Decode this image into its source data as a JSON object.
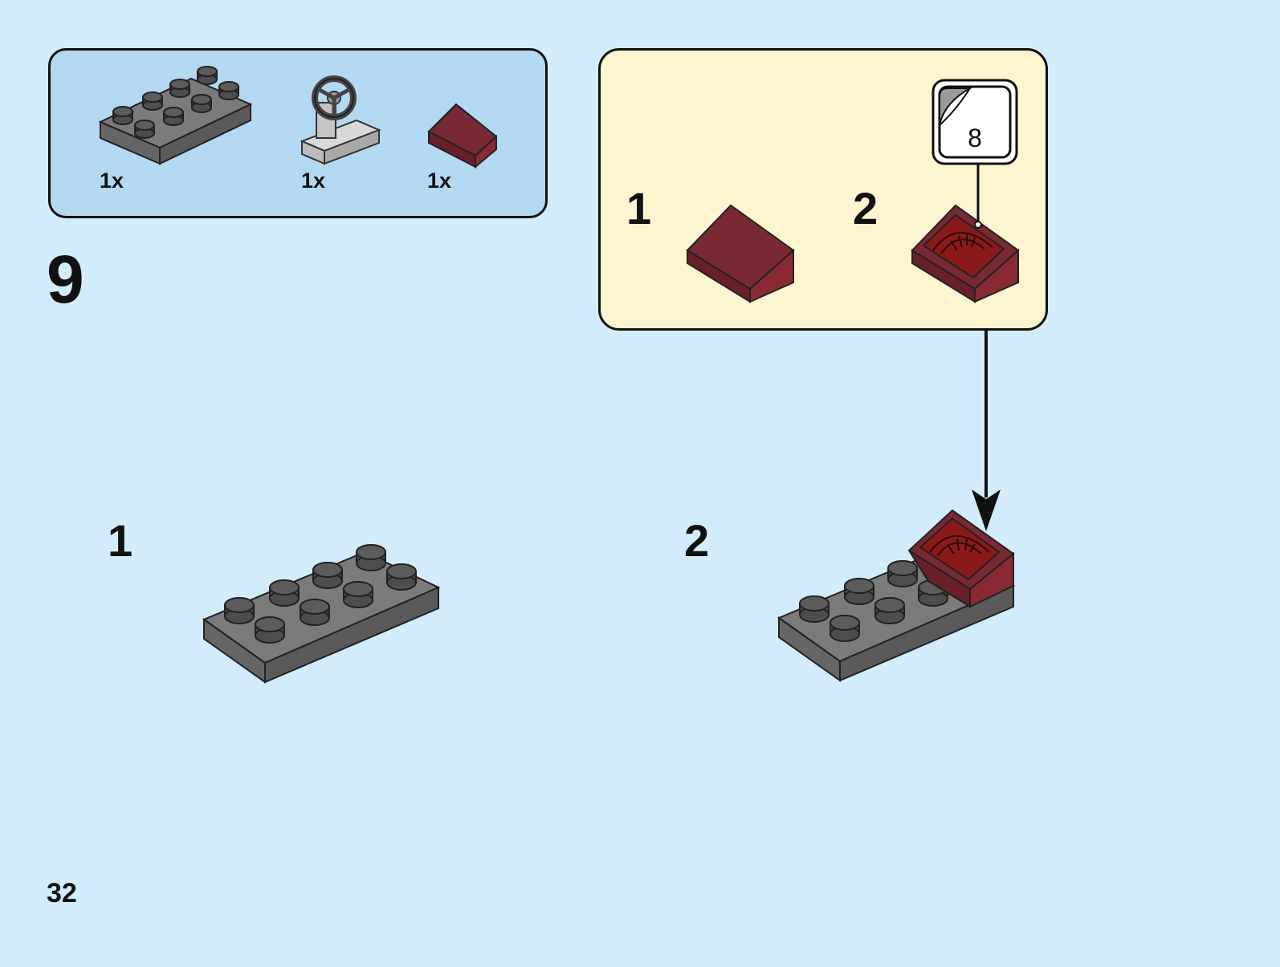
{
  "parts_list": {
    "items": [
      {
        "icon": "plate-2x4-dark-grey",
        "qty": "1x"
      },
      {
        "icon": "steering-wheel-stand-light-grey",
        "qty": "1x"
      },
      {
        "icon": "slope-1x2-dark-red",
        "qty": "1x"
      }
    ]
  },
  "step": {
    "number": "9"
  },
  "sub_assembly": {
    "steps": [
      {
        "number": "1"
      },
      {
        "number": "2"
      }
    ],
    "sticker": {
      "number": "8"
    }
  },
  "main_build": {
    "steps": [
      {
        "number": "1"
      },
      {
        "number": "2"
      }
    ]
  },
  "page": {
    "number": "32"
  },
  "colors": {
    "background": "#d3ecfb",
    "parts_panel": "#b3d9f2",
    "sub_panel": "#fdf5cf",
    "dark_grey_brick": "#6b6b6b",
    "dark_red_brick": "#7a2a34",
    "light_grey_brick": "#c8c8c8"
  }
}
